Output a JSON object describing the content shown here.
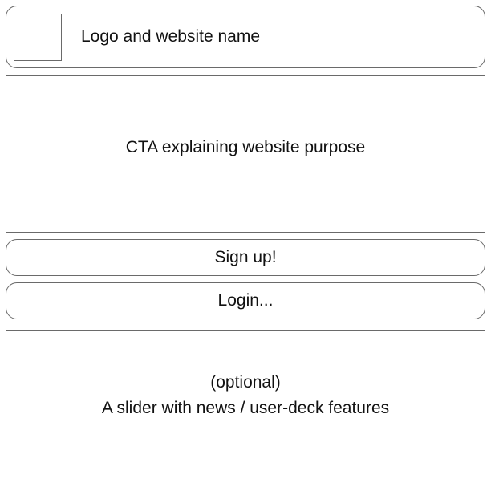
{
  "header": {
    "logo_icon": "logo-placeholder-icon",
    "site_name": "Logo and website name"
  },
  "cta": {
    "text": "CTA explaining website purpose"
  },
  "buttons": {
    "signup_label": "Sign up!",
    "login_label": "Login..."
  },
  "slider": {
    "line1": "(optional)",
    "line2": "A slider with news / user-deck features"
  }
}
